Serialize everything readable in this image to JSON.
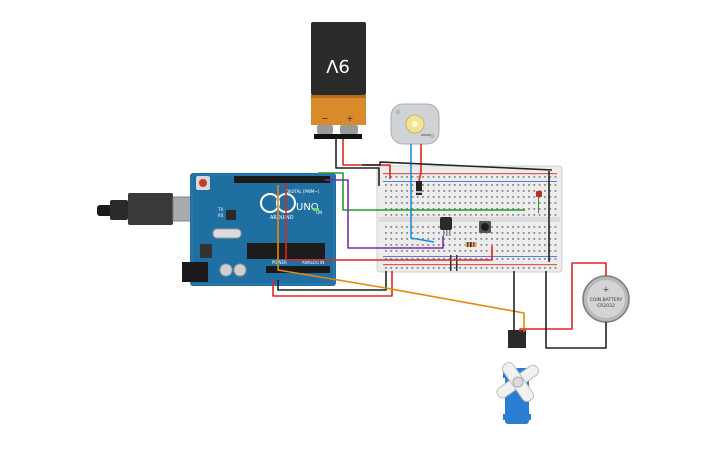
{
  "battery9v": {
    "label": "9V",
    "minus": "−",
    "plus": "+"
  },
  "arduino": {
    "brand": "ARDUINO",
    "model": "UNO",
    "digital": "DIGITAL (PWM~)",
    "analog": "ANALOG IN",
    "power": "POWER",
    "tx": "TX",
    "rx": "RX",
    "on": "ON"
  },
  "coin_cell": {
    "label_line1": "COIN BATTERY",
    "label_line2": "CR2032",
    "plus": "+"
  },
  "colors": {
    "wire_red": "#e0261d",
    "wire_black": "#222222",
    "wire_green": "#1e9e2c",
    "wire_blue": "#1d8fd6",
    "wire_purple": "#7a2fa3",
    "wire_orange": "#e8870c",
    "arduino_blue": "#1f6fa3",
    "servo_blue": "#2a7fd4",
    "battery_orange": "#d98a2b"
  }
}
